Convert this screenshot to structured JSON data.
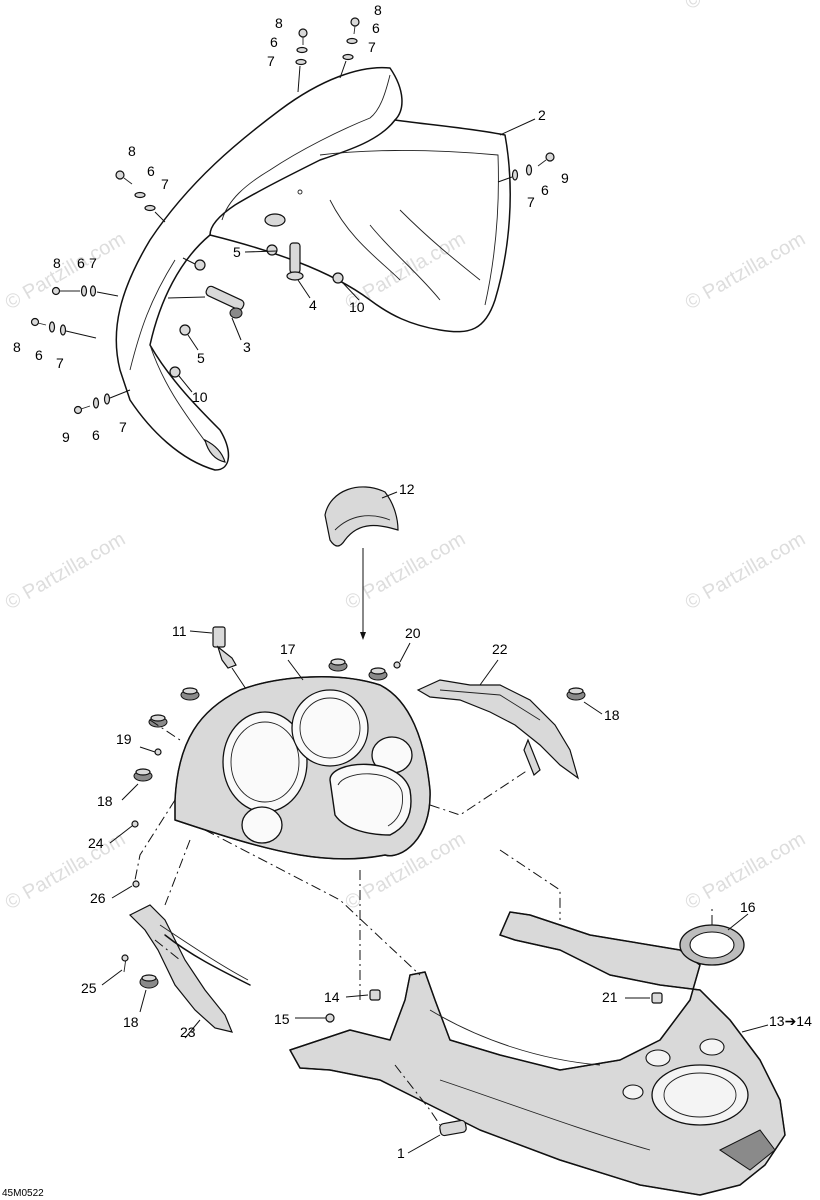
{
  "watermark": "© Partzilla.com",
  "drawing_code": "45M0522",
  "callouts": {
    "c1": "1",
    "c2": "2",
    "c3": "3",
    "c4": "4",
    "c5a": "5",
    "c5b": "5",
    "c6a": "6",
    "c6b": "6",
    "c6c": "6",
    "c6d": "6",
    "c6e": "6",
    "c6f": "6",
    "c6g": "6",
    "c7a": "7",
    "c7b": "7",
    "c7c": "7",
    "c7d": "7",
    "c7e": "7",
    "c7f": "7",
    "c7g": "7",
    "c8a": "8",
    "c8b": "8",
    "c8c": "8",
    "c8d": "8",
    "c8e": "8",
    "c9a": "9",
    "c9b": "9",
    "c10a": "10",
    "c10b": "10",
    "c11": "11",
    "c12": "12",
    "c13": "13➔14",
    "c14": "14",
    "c15": "15",
    "c16": "16",
    "c17": "17",
    "c18a": "18",
    "c18b": "18",
    "c18c": "18",
    "c19": "19",
    "c20": "20",
    "c21": "21",
    "c22": "22",
    "c23": "23",
    "c24": "24",
    "c25": "25",
    "c26": "26"
  }
}
